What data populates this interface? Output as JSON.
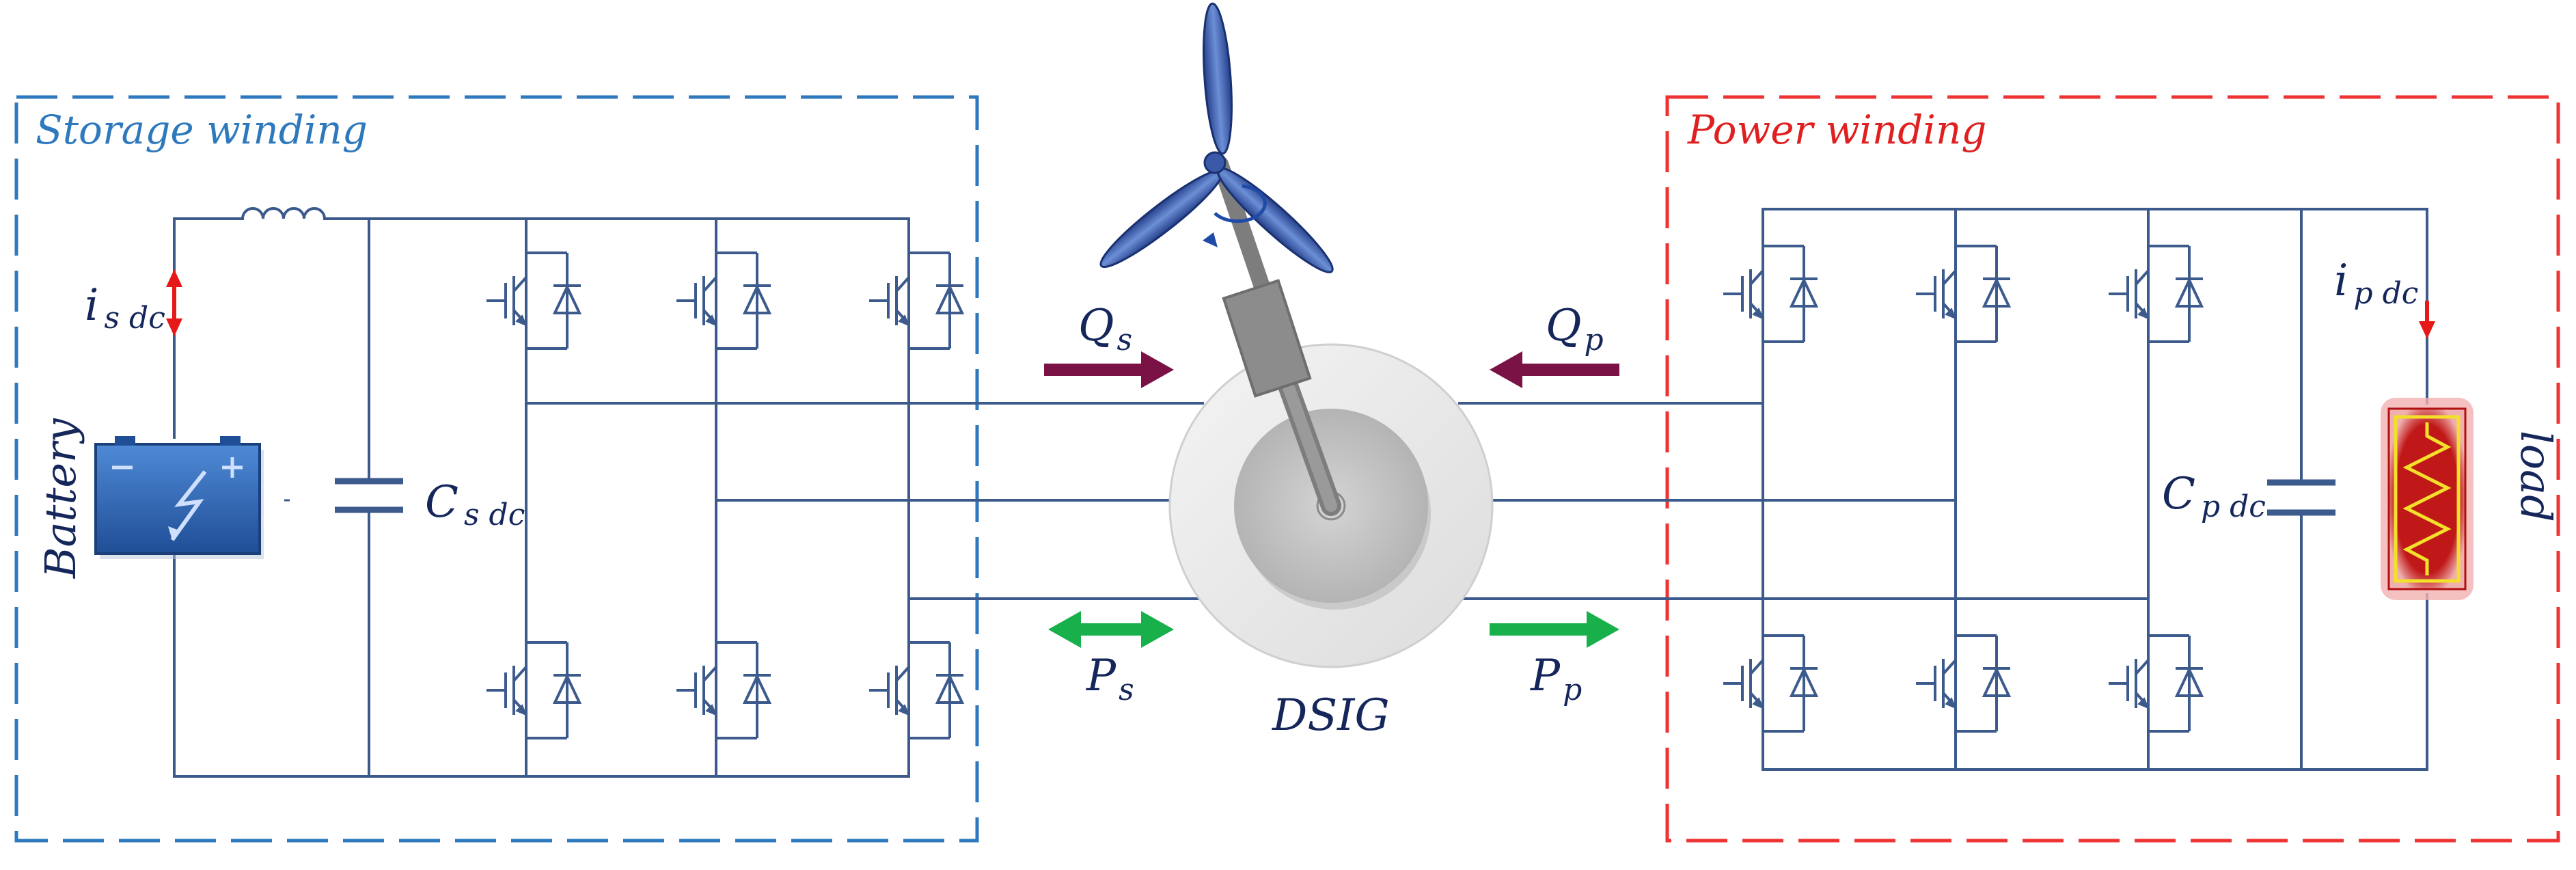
{
  "storage_box": {
    "title": "Storage winding"
  },
  "power_box": {
    "title": "Power winding"
  },
  "labels": {
    "battery": "Battery",
    "load": "load",
    "machine": "DSIG",
    "i_s_dc": {
      "main": "i",
      "sub": "s dc"
    },
    "i_p_dc": {
      "main": "i",
      "sub": "p dc"
    },
    "c_s_dc": {
      "main": "C",
      "sub": "s dc"
    },
    "c_p_dc": {
      "main": "C",
      "sub": "p dc"
    },
    "q_s": {
      "main": "Q",
      "sub": "s"
    },
    "q_p": {
      "main": "Q",
      "sub": "p"
    },
    "p_s": {
      "main": "P",
      "sub": "s"
    },
    "p_p": {
      "main": "P",
      "sub": "p"
    }
  },
  "colors": {
    "storage": "#2e79bd",
    "power": "#ee3333",
    "wire": "#3c5a8c",
    "reactive_arrow": "#7a1245",
    "active_arrow": "#18b04a",
    "current_arrow": "#e61919"
  },
  "icons": [
    "inductor-icon",
    "battery-icon",
    "capacitor-icon",
    "igbt-icon",
    "wind-turbine-icon",
    "resistor-icon"
  ]
}
